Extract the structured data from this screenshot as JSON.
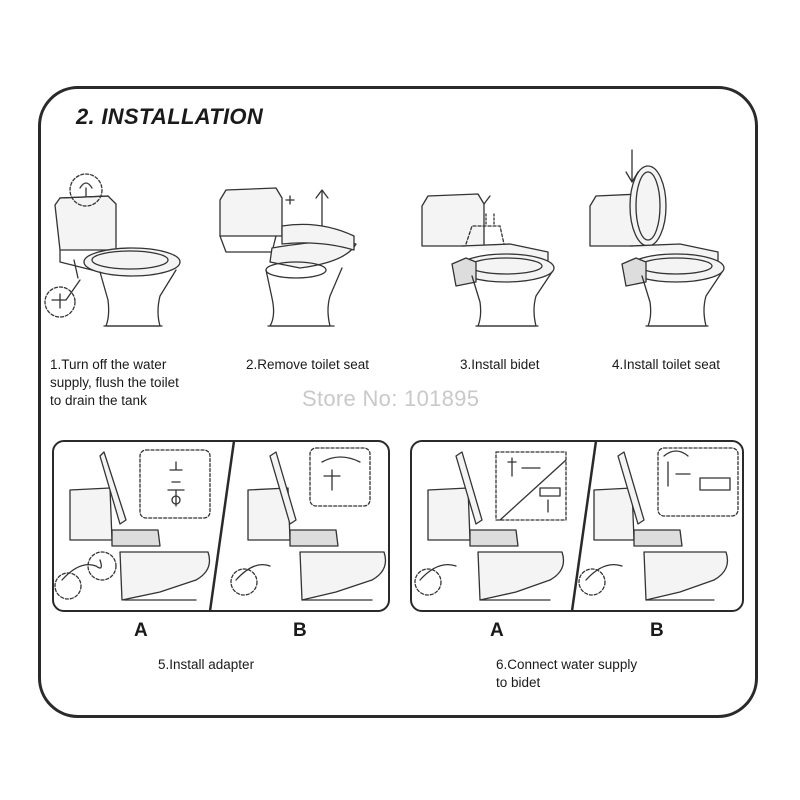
{
  "section_title": "2. INSTALLATION",
  "steps": [
    {
      "caption": "1.Turn off the water\n supply, flush the toilet\n to drain the tank"
    },
    {
      "caption": "2.Remove  toilet seat"
    },
    {
      "caption": "3.Install bidet"
    },
    {
      "caption": "4.Install toilet seat"
    }
  ],
  "watermark": "Store No: 101895",
  "panels": [
    {
      "caption": "5.Install adapter",
      "variants": [
        "A",
        "B"
      ]
    },
    {
      "caption": "6.Connect water supply\n to bidet",
      "variants": [
        "A",
        "B"
      ]
    }
  ]
}
